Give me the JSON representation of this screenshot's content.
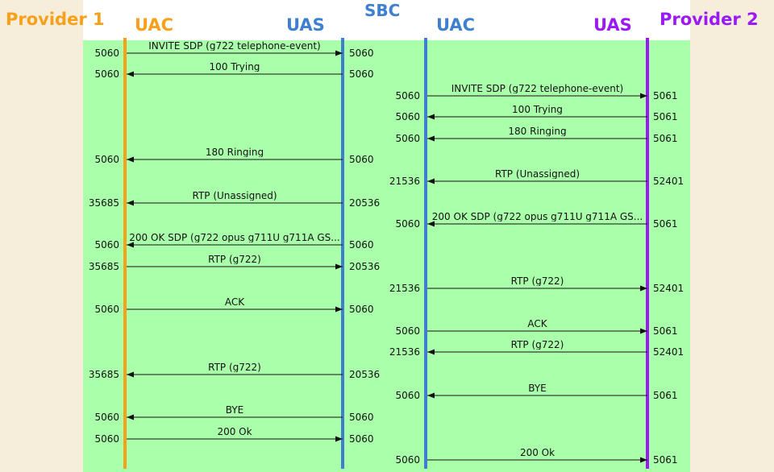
{
  "colors": {
    "provider1": "#f7a11a",
    "sbc": "#3f7fcf",
    "provider2": "#9b19f5",
    "arrow": "#111111"
  },
  "headers": {
    "provider1": "Provider 1",
    "sbc": "SBC",
    "provider2": "Provider 2",
    "uac_left": "UAC",
    "uas_left": "UAS",
    "uac_right": "UAC",
    "uas_right": "UAS"
  },
  "left_messages": [
    {
      "label": "INVITE SDP (g722 telephone-event)",
      "dir": "right",
      "from_port": "5060",
      "to_port": "5060"
    },
    {
      "label": "100 Trying",
      "dir": "left",
      "from_port": "5060",
      "to_port": "5060"
    },
    {
      "label": "180 Ringing",
      "dir": "left",
      "from_port": "5060",
      "to_port": "5060"
    },
    {
      "label": "RTP (Unassigned)",
      "dir": "left",
      "from_port": "35685",
      "to_port": "20536"
    },
    {
      "label": "200 OK SDP (g722 opus g711U g711A GS...",
      "dir": "left",
      "from_port": "5060",
      "to_port": "5060"
    },
    {
      "label": "RTP (g722)",
      "dir": "right",
      "from_port": "35685",
      "to_port": "20536"
    },
    {
      "label": "ACK",
      "dir": "right",
      "from_port": "5060",
      "to_port": "5060"
    },
    {
      "label": "RTP (g722)",
      "dir": "left",
      "from_port": "35685",
      "to_port": "20536"
    },
    {
      "label": "BYE",
      "dir": "left",
      "from_port": "5060",
      "to_port": "5060"
    },
    {
      "label": "200 Ok",
      "dir": "right",
      "from_port": "5060",
      "to_port": "5060"
    }
  ],
  "right_messages": [
    {
      "label": "INVITE SDP (g722 telephone-event)",
      "dir": "right",
      "from_port": "5060",
      "to_port": "5061"
    },
    {
      "label": "100 Trying",
      "dir": "left",
      "from_port": "5060",
      "to_port": "5061"
    },
    {
      "label": "180 Ringing",
      "dir": "left",
      "from_port": "5060",
      "to_port": "5061"
    },
    {
      "label": "RTP (Unassigned)",
      "dir": "left",
      "from_port": "21536",
      "to_port": "52401"
    },
    {
      "label": "200 OK SDP (g722 opus g711U g711A GS...",
      "dir": "left",
      "from_port": "5060",
      "to_port": "5061"
    },
    {
      "label": "RTP (g722)",
      "dir": "right",
      "from_port": "21536",
      "to_port": "52401"
    },
    {
      "label": "ACK",
      "dir": "right",
      "from_port": "5060",
      "to_port": "5061"
    },
    {
      "label": "RTP (g722)",
      "dir": "left",
      "from_port": "21536",
      "to_port": "52401"
    },
    {
      "label": "BYE",
      "dir": "left",
      "from_port": "5060",
      "to_port": "5061"
    },
    {
      "label": "200 Ok",
      "dir": "right",
      "from_port": "5060",
      "to_port": "5061"
    }
  ]
}
